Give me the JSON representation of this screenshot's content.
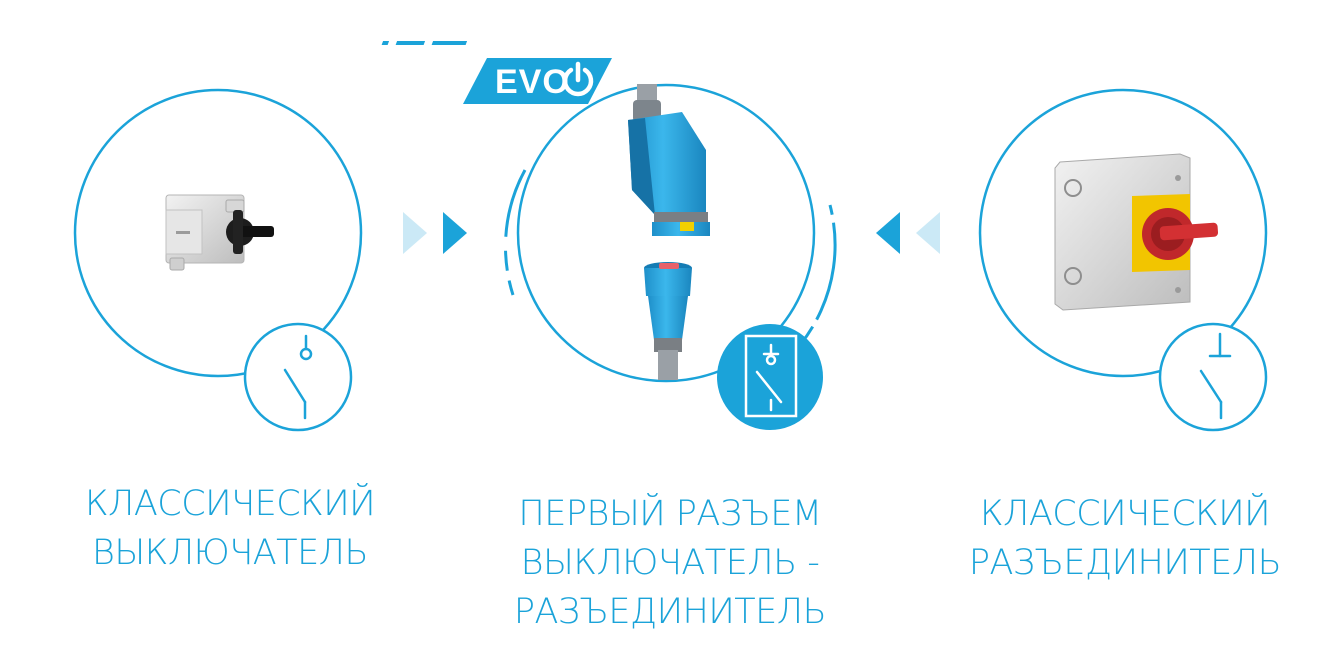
{
  "colors": {
    "accent": "#1ba3d9",
    "accent_light": "#cbe9f6",
    "device_blue": "#2aa9e3",
    "handle_red": "#c0282b",
    "base_yellow": "#f2c500",
    "casing_grey": "#dcdcdc"
  },
  "badge": {
    "text": "EVO",
    "icon": "power-icon"
  },
  "captions": {
    "left": [
      "КЛАССИЧЕСКИЙ",
      "ВЫКЛЮЧАТЕЛЬ"
    ],
    "middle": [
      "ПЕРВЫЙ РАЗЪЕМ",
      "ВЫКЛЮЧАТЕЛЬ -",
      "РАЗЪЕДИНИТЕЛЬ"
    ],
    "right": [
      "КЛАССИЧЕСКИЙ",
      "РАЗЪЕДИНИТЕЛЬ"
    ]
  },
  "symbols": {
    "left": "switch-symbol-icon",
    "middle": "switch-disconnector-symbol-icon",
    "right": "disconnector-symbol-icon"
  }
}
